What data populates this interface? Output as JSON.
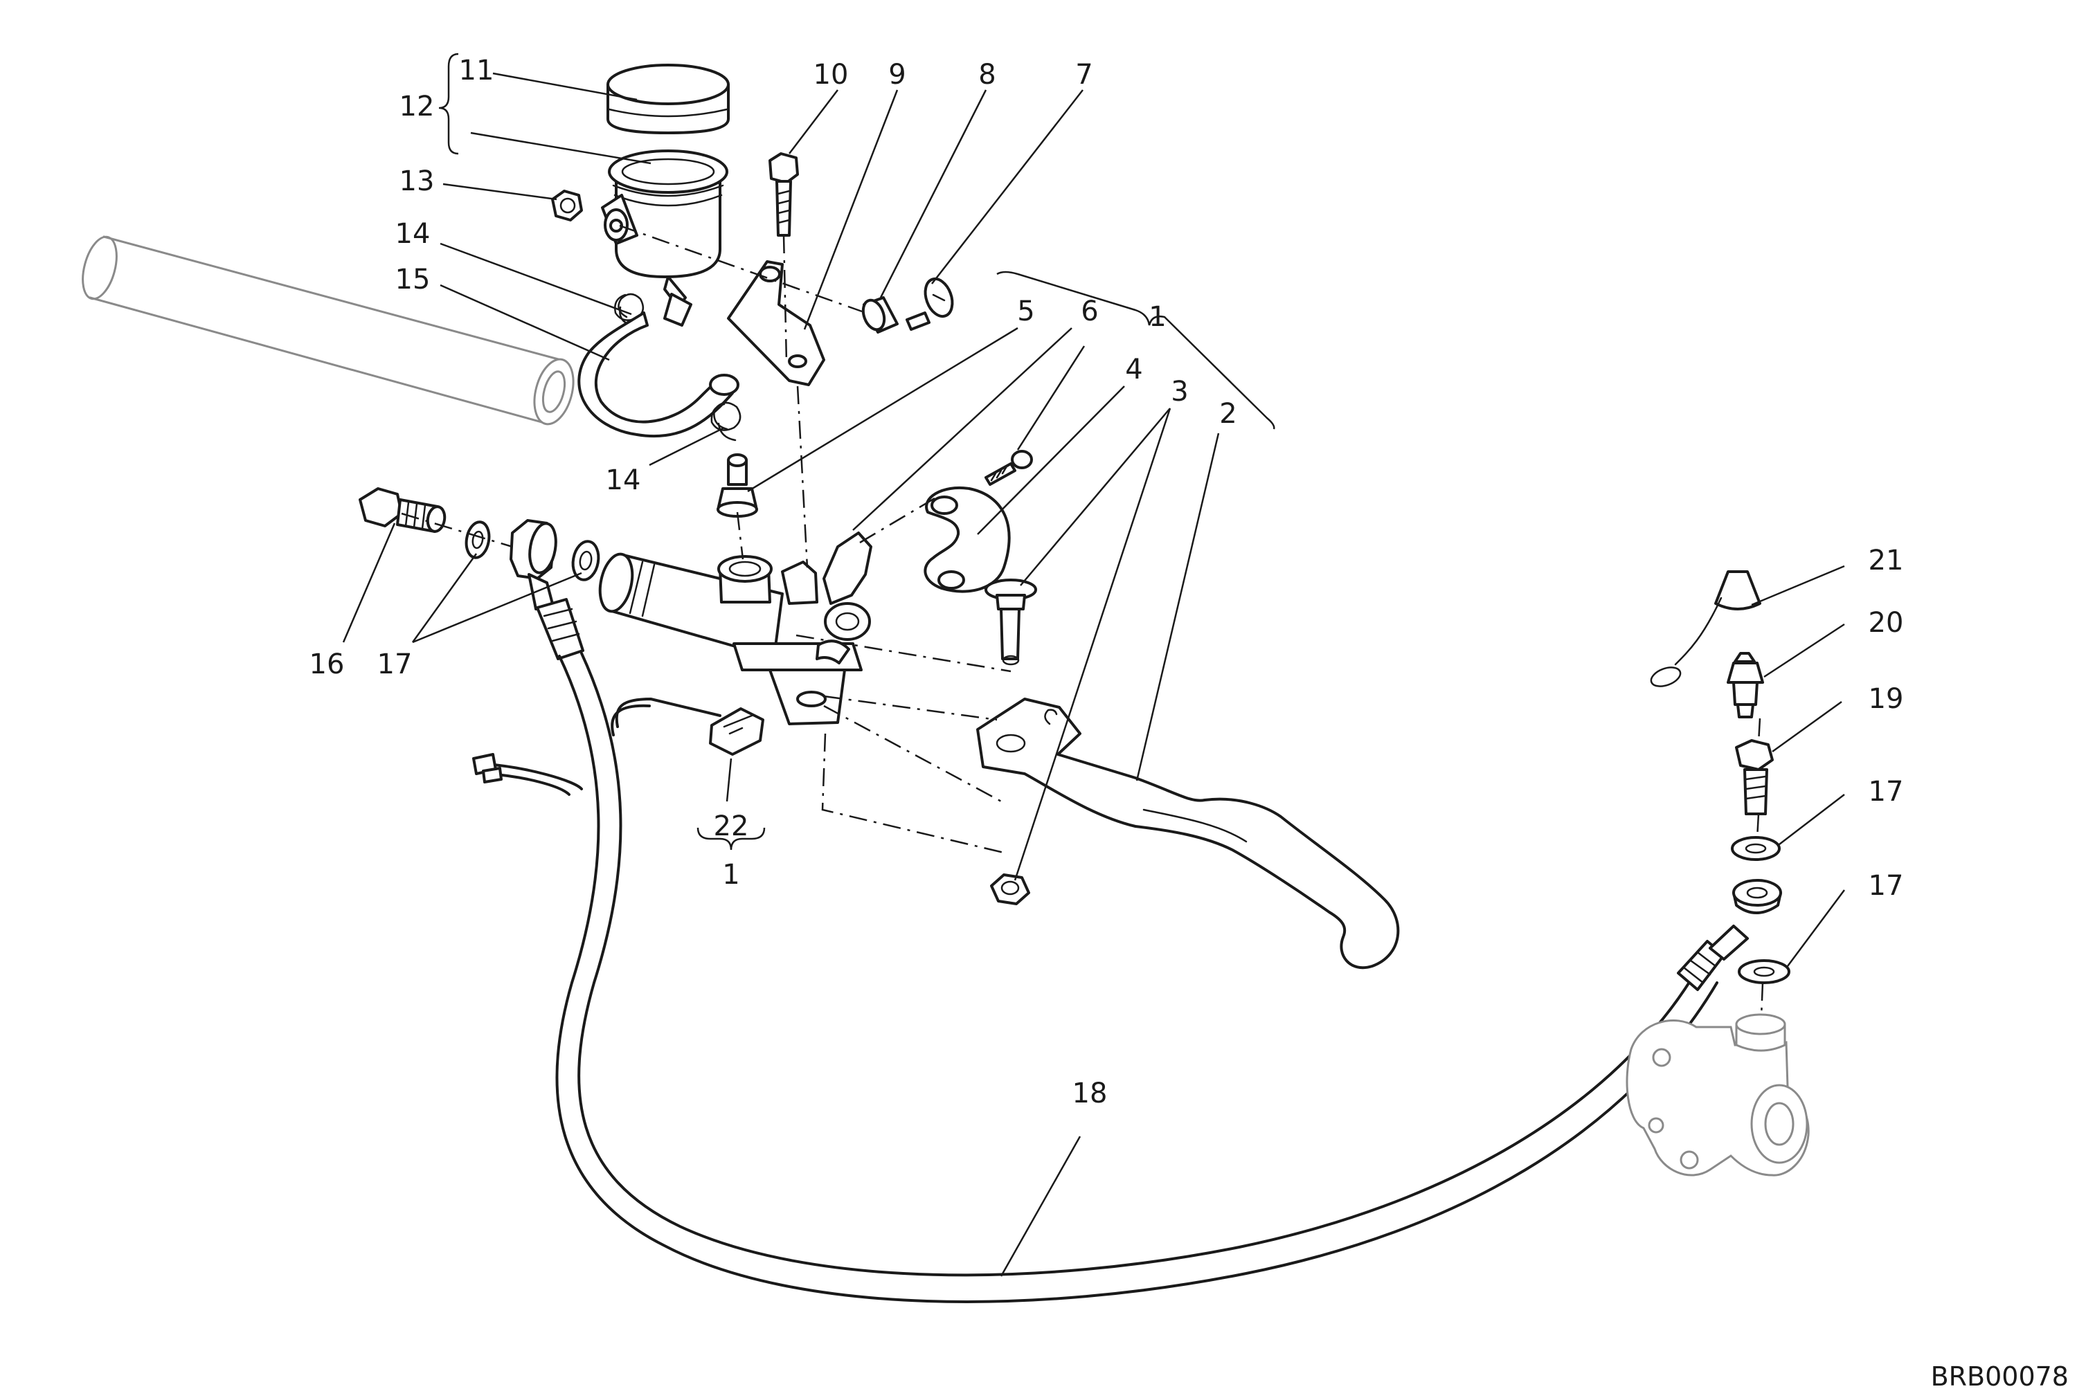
{
  "callouts": [
    "1",
    "2",
    "3",
    "4",
    "5",
    "6",
    "7",
    "8",
    "9",
    "10",
    "11",
    "12",
    "13",
    "14",
    "15",
    "16",
    "17",
    "18",
    "19",
    "20",
    "21",
    "22"
  ],
  "drawing_code": "BRB00078"
}
